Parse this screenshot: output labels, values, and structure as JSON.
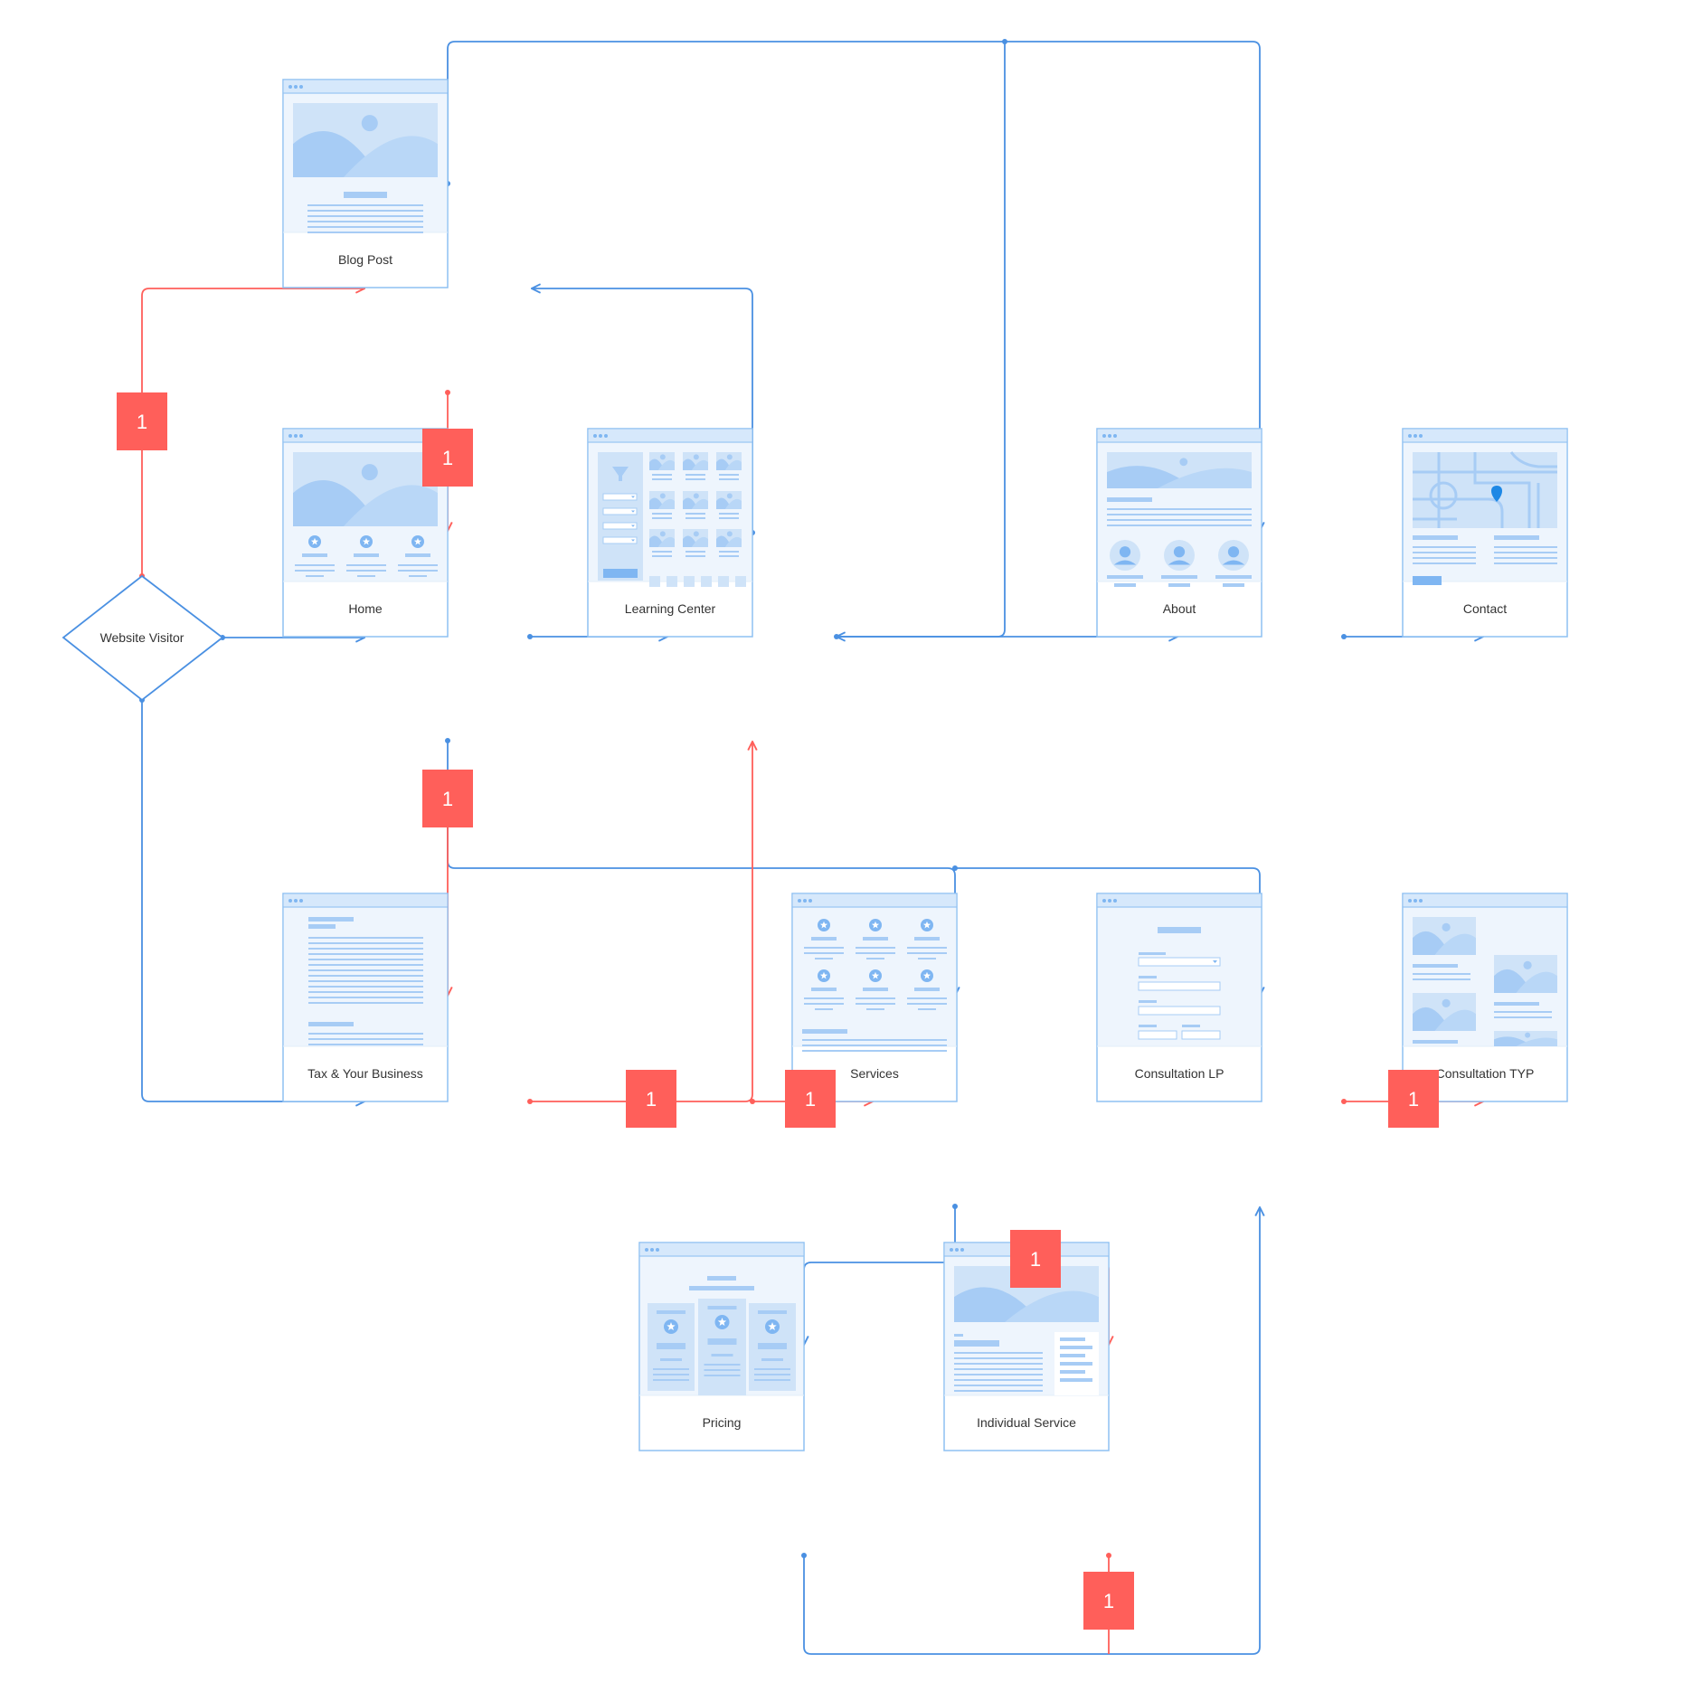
{
  "decision": {
    "id": "visitor",
    "label": "Website Visitor"
  },
  "pages": [
    {
      "id": "blog",
      "label": "Blog Post",
      "kind": "article"
    },
    {
      "id": "home",
      "label": "Home",
      "kind": "home"
    },
    {
      "id": "learning",
      "label": "Learning Center",
      "kind": "learning"
    },
    {
      "id": "about",
      "label": "About",
      "kind": "about"
    },
    {
      "id": "contact",
      "label": "Contact",
      "kind": "contact"
    },
    {
      "id": "tax",
      "label": "Tax & Your Business",
      "kind": "text"
    },
    {
      "id": "services",
      "label": "Services",
      "kind": "services"
    },
    {
      "id": "consult",
      "label": "Consultation LP",
      "kind": "form"
    },
    {
      "id": "typ",
      "label": "Consultation TYP",
      "kind": "gallery"
    },
    {
      "id": "pricing",
      "label": "Pricing",
      "kind": "pricing"
    },
    {
      "id": "individual",
      "label": "Individual Service",
      "kind": "detail"
    }
  ],
  "badge_label": "1",
  "colors": {
    "blue": "#4a90e2",
    "red": "#ff5f5a",
    "frame_fill": "#eef5fd",
    "frame_bar": "#d6e8fb",
    "wire_light": "#cfe3f8",
    "wire_mid": "#a7ccf5",
    "pin": "#1e88e5",
    "text": "#333333"
  }
}
